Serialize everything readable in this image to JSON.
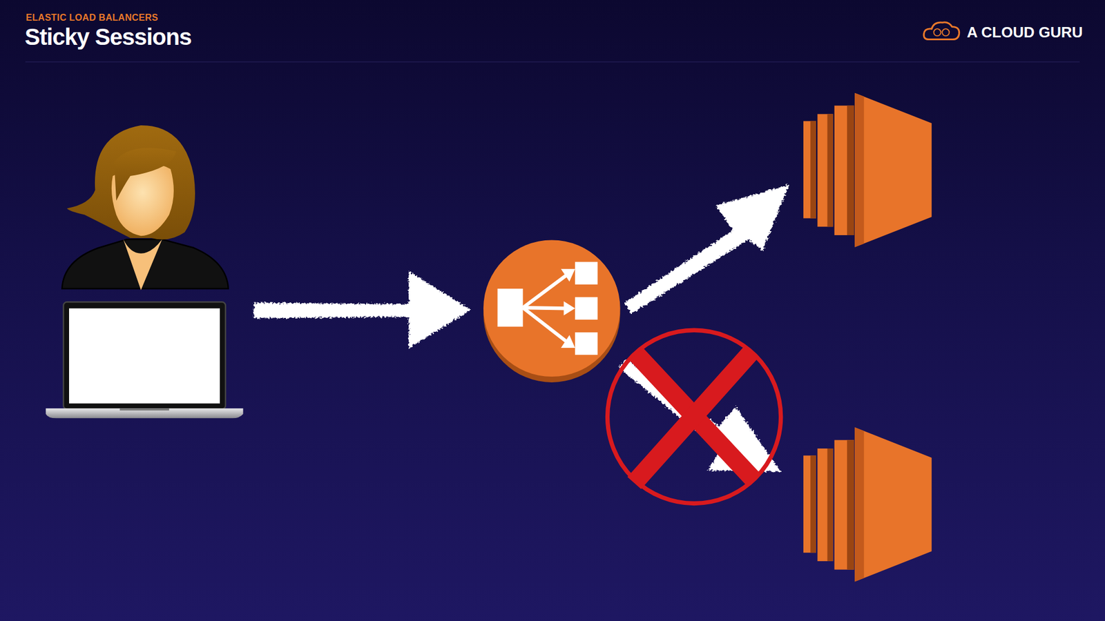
{
  "diagram": {
    "title": "Sticky Sessions",
    "labels": [
      "ELASTIC LOAD BALANCERS",
      "A CLOUD GURU"
    ]
  }
}
